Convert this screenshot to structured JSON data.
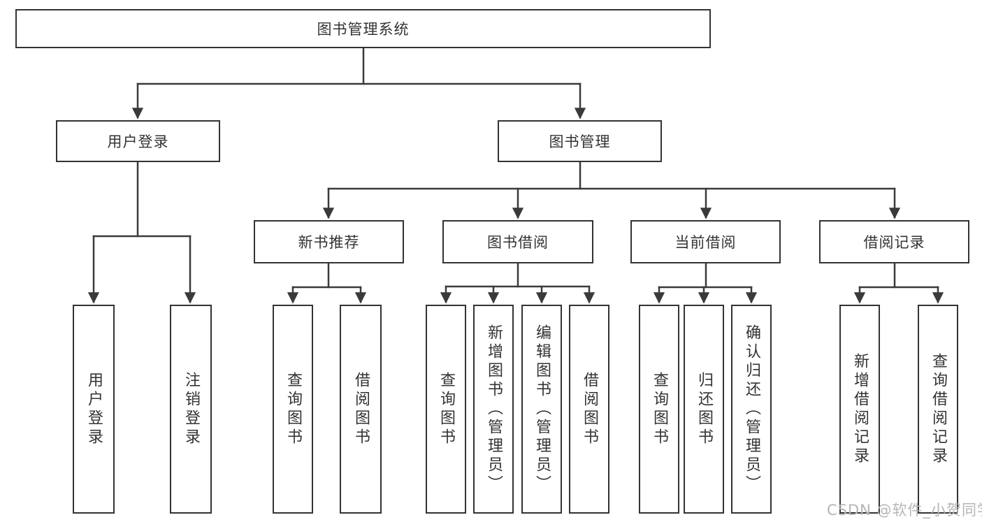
{
  "nodes": {
    "root": "图书管理系统",
    "user_login": "用户登录",
    "book_management": "图书管理",
    "new_book_recommend": "新书推荐",
    "book_borrow": "图书借阅",
    "current_borrow": "当前借阅",
    "borrow_records": "借阅记录",
    "leaf_user_login": "用户登录",
    "leaf_logout": "注销登录",
    "leaf_query_book_1": "查询图书",
    "leaf_borrow_book_1": "借阅图书",
    "leaf_query_book_2": "查询图书",
    "leaf_add_book_admin": "新增图书（管理员）",
    "leaf_edit_book_admin": "编辑图书（管理员）",
    "leaf_borrow_book_2": "借阅图书",
    "leaf_query_book_3": "查询图书",
    "leaf_return_book": "归还图书",
    "leaf_confirm_return_admin": "确认归还（管理员）",
    "leaf_add_borrow_record": "新增借阅记录",
    "leaf_query_borrow_record": "查询借阅记录"
  },
  "watermark": {
    "text": "CSDN @软件_小贺同学",
    "color": "#b5b5b5"
  },
  "colors": {
    "line": "#3a3a3a",
    "border": "#333333",
    "text": "#333333",
    "background": "#ffffff"
  }
}
